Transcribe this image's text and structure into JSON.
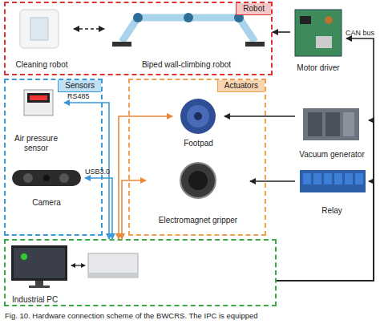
{
  "diagram": {
    "caption": "Fig. 10. Hardware connection scheme of the BWCRS. The IPC is equipped",
    "nodes": [
      {
        "text": [
          "Robot"
        ]
      },
      {
        "text": [
          "Cleaning robot"
        ],
        "in": 0
      },
      {
        "text": [
          "Biped wall-climbing robot"
        ],
        "in": 0
      },
      {
        "text": [
          "Motor driver"
        ]
      },
      {
        "text": [
          "Sensors"
        ]
      },
      {
        "text": [
          "Air pressure sensor"
        ],
        "in": 4
      },
      {
        "text": [
          "Camera"
        ],
        "in": 4
      },
      {
        "text": [
          "Actuators"
        ]
      },
      {
        "text": [
          "Footpad"
        ],
        "in": 7
      },
      {
        "text": [
          "Electromagnet gripper"
        ],
        "in": 7
      },
      {
        "text": [
          "Vacuum generator"
        ]
      },
      {
        "text": [
          "Relay"
        ]
      },
      {
        "text": [
          "Industrial PC"
        ]
      }
    ],
    "edges": [
      {
        "from": 1,
        "to": 2,
        "arrow": "both"
      },
      {
        "from": 3,
        "to": 0,
        "arrow": "to"
      },
      {
        "from": 5,
        "to": 12,
        "label": "RS485",
        "arrow": "both"
      },
      {
        "from": 6,
        "to": 12,
        "label": "USB3.0",
        "arrow": "both"
      },
      {
        "from": 12,
        "to": 8,
        "arrow": "both"
      },
      {
        "from": 12,
        "to": 9,
        "arrow": "both"
      },
      {
        "from": 10,
        "to": 8,
        "arrow": "to"
      },
      {
        "from": 11,
        "to": 9,
        "arrow": "to"
      },
      {
        "from": 12,
        "to": 3,
        "label": "CAN bus",
        "arrow": "to"
      },
      {
        "from": 12,
        "to": 10,
        "arrow": "to"
      },
      {
        "from": 12,
        "to": 11,
        "arrow": "to"
      }
    ]
  }
}
